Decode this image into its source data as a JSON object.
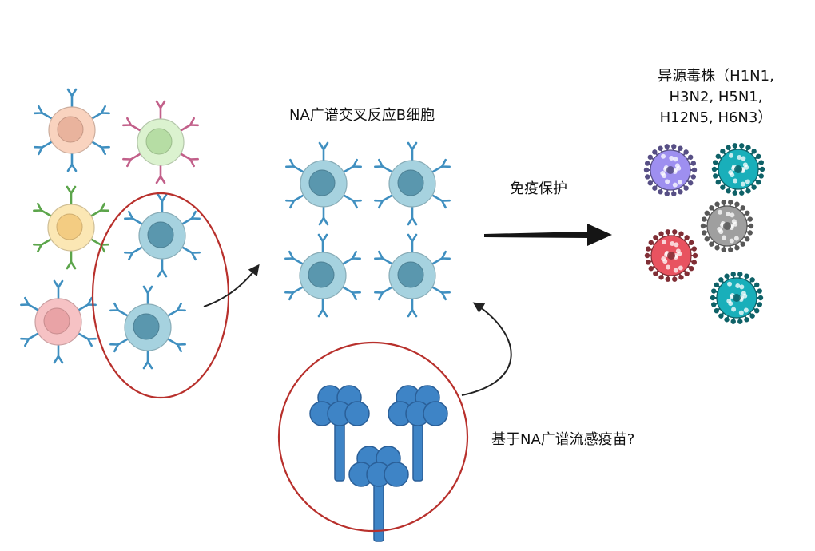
{
  "labels": {
    "cross_reactive_b_cells": "NA广谱交叉反应B细胞",
    "strains_line1": "异源毒株（H1N1,",
    "strains_line2": "H3N2, H5N1,",
    "strains_line3": "H12N5, H6N3）",
    "immune_protection": "免疫保护",
    "vaccine_question": "基于NA广谱流感疫苗?"
  },
  "colors": {
    "ring": "#b8302c",
    "arrow": "#222222",
    "antibody_blue": "#3e84c6",
    "bcr_blue": "#3f8fc0",
    "bcell_fill": "#a6d2df",
    "bcell_nucleus": "#5a97ae",
    "cell_peach": "#f9d3bf",
    "cell_green": "#dbf2cf",
    "cell_yellow": "#fbe7b4",
    "cell_pink": "#f6c2c4",
    "bcr_pink": "#c2608a",
    "bcr_green": "#5ca54b",
    "virus_purple": "#8d80d6",
    "virus_teal": "#169ca6",
    "virus_gray": "#8e8e8e",
    "virus_red": "#cf4a56"
  },
  "icons": [
    "b-cell-icon",
    "antibody-icon",
    "virus-icon",
    "arrow-icon"
  ]
}
